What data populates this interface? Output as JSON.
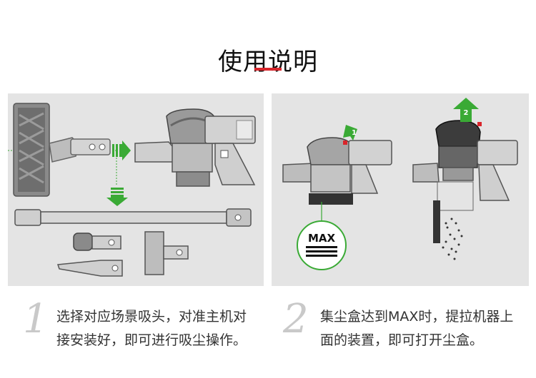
{
  "title": "使用说明",
  "colors": {
    "accent": "#d9252b",
    "arrow_green": "#3aaa35",
    "panel_bg": "#e4e4e4"
  },
  "panel_right": {
    "max_label": "MAX",
    "arrow_1_number": "1",
    "arrow_2_number": "2"
  },
  "steps": [
    {
      "number": "1",
      "text": "选择对应场景吸头，对准主机对接安装好，即可进行吸尘操作。"
    },
    {
      "number": "2",
      "text": "集尘盒达到MAX时，提拉机器上面的装置，即可打开尘盒。"
    }
  ]
}
